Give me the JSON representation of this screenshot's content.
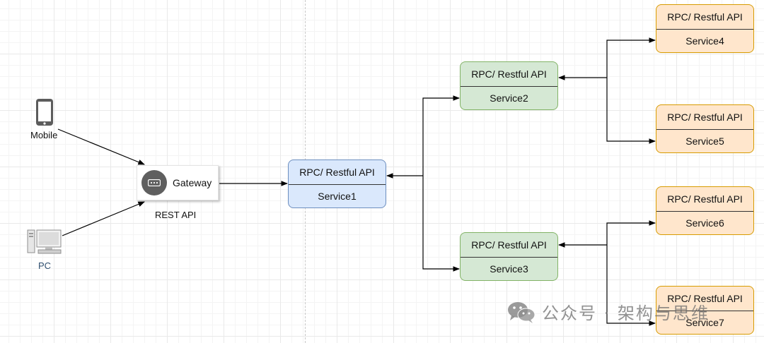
{
  "clients": {
    "mobile_label": "Mobile",
    "pc_label": "PC"
  },
  "gateway": {
    "label": "Gateway",
    "caption": "REST API"
  },
  "nodes": [
    {
      "id": "service1",
      "header": "RPC/ Restful API",
      "name": "Service1",
      "color": "#dae8fc"
    },
    {
      "id": "service2",
      "header": "RPC/ Restful API",
      "name": "Service2",
      "color": "#d5e8d4"
    },
    {
      "id": "service3",
      "header": "RPC/ Restful API",
      "name": "Service3",
      "color": "#d5e8d4"
    },
    {
      "id": "service4",
      "header": "RPC/ Restful API",
      "name": "Service4",
      "color": "#ffe6cc"
    },
    {
      "id": "service5",
      "header": "RPC/ Restful API",
      "name": "Service5",
      "color": "#ffe6cc"
    },
    {
      "id": "service6",
      "header": "RPC/ Restful API",
      "name": "Service6",
      "color": "#ffe6cc"
    },
    {
      "id": "service7",
      "header": "RPC/ Restful API",
      "name": "Service7",
      "color": "#ffe6cc"
    }
  ],
  "edges": [
    {
      "from": "mobile",
      "to": "gateway"
    },
    {
      "from": "pc",
      "to": "gateway"
    },
    {
      "from": "gateway",
      "to": "service1"
    },
    {
      "from": "service1",
      "to": "service2"
    },
    {
      "from": "service1",
      "to": "service3"
    },
    {
      "from": "service2",
      "to": "service4"
    },
    {
      "from": "service2",
      "to": "service5"
    },
    {
      "from": "service3",
      "to": "service6"
    },
    {
      "from": "service3",
      "to": "service7"
    }
  ],
  "watermark": {
    "text": "公众号 · 架构与思维",
    "icon": "wechat-icon"
  }
}
